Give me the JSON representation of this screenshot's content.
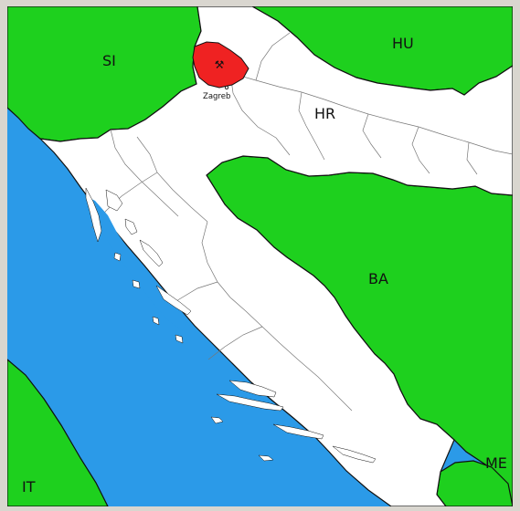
{
  "map": {
    "labels": {
      "slovenia": "SI",
      "hungary": "HU",
      "croatia": "HR",
      "bosnia": "BA",
      "italy": "IT",
      "montenegro": "ME",
      "city": "Zagreb"
    },
    "symbols": {
      "highlight_region": "⚒"
    },
    "colors": {
      "foreign_land": "#1ed01e",
      "croatia": "#ffffff",
      "sea": "#2b9ae8",
      "highlighted_region": "#ef2222"
    }
  }
}
